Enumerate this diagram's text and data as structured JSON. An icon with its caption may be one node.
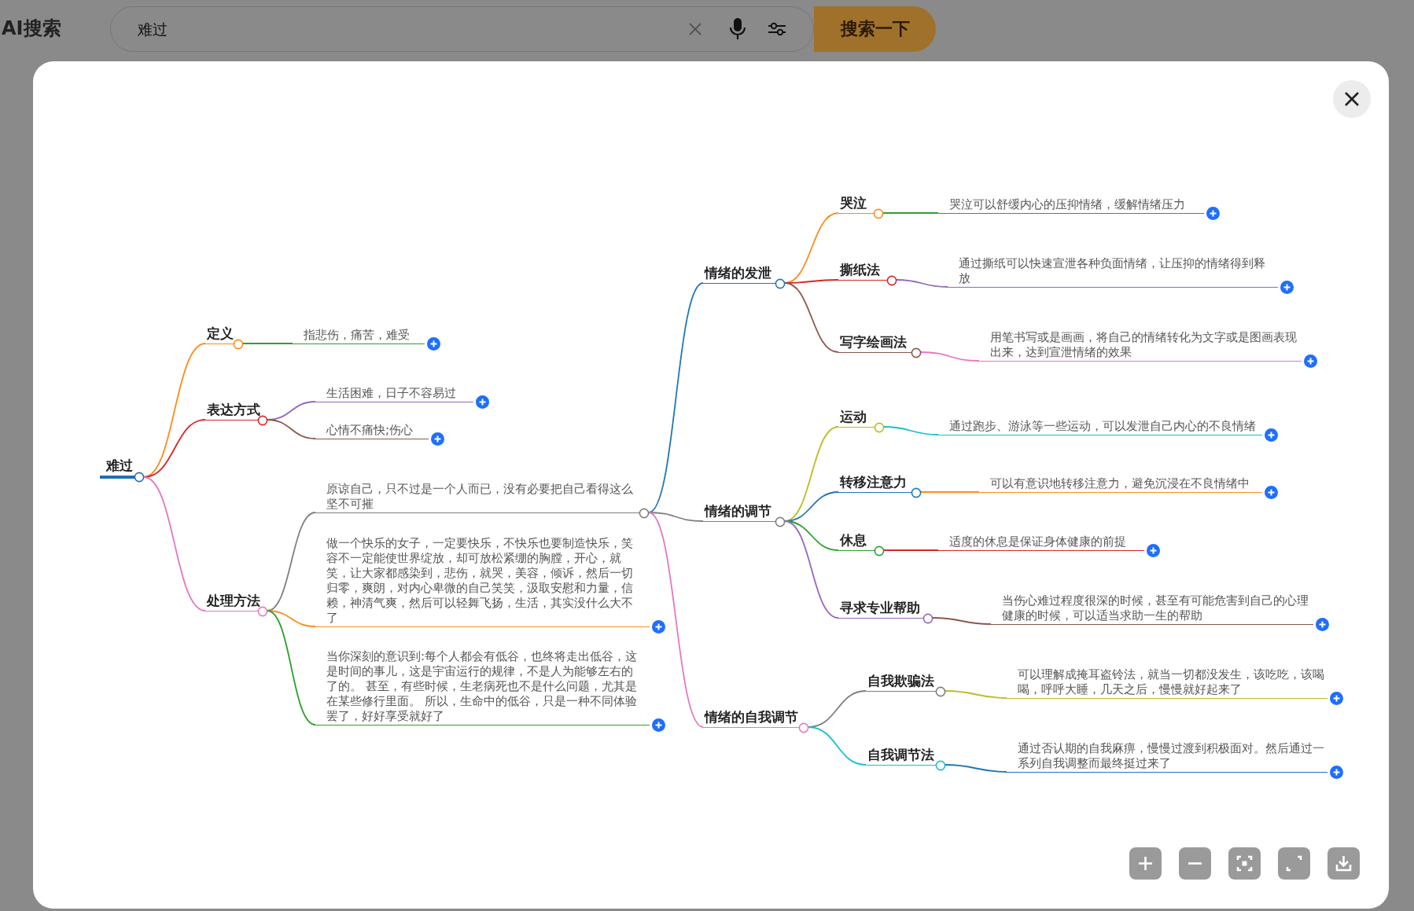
{
  "diagram": {
    "nodes": [
      {
        "text": [
          "难过"
        ]
      },
      {
        "text": [
          "定义"
        ]
      },
      {
        "text": [
          "指悲伤，痛苦，难受"
        ]
      },
      {
        "text": [
          "表达方式"
        ]
      },
      {
        "text": [
          "生活困难，日子不容易过"
        ]
      },
      {
        "text": [
          "心情不痛快;伤心"
        ]
      },
      {
        "text": [
          "处理方法"
        ]
      },
      {
        "text": [
          "原谅自己，只不过是一个人而已，没有必要把自己看得这么坚不可摧"
        ]
      },
      {
        "text": [
          "做一个快乐的女子，一定要快乐，不快乐也要制造快乐，笑容不一定能使世界绽放，却可放松紧绷的胸膛，开心，就笑，让大家都感染到，悲伤，就哭，美容，倾诉，然后一切归零，爽朗，对内心卑微的自己笑笑，汲取安慰和力量，信赖，神清气爽，然后可以轻舞飞扬，生活，其实没什么大不了"
        ]
      },
      {
        "text": [
          "当你深刻的意识到:每个人都会有低谷，也终将走出低谷，这是时间的事儿，这是宇宙运行的规律，不是人为能够左右的了的。 甚至，有些时候，生老病死也不是什么问题，尤其是在某些修行里面。 所以，生命中的低谷，只是一种不同体验罢了，好好享受就好了"
        ]
      },
      {
        "text": [
          "情绪的发泄"
        ]
      },
      {
        "text": [
          "哭泣"
        ]
      },
      {
        "text": [
          "哭泣可以舒缓内心的压抑情绪，缓解情绪压力"
        ]
      },
      {
        "text": [
          "撕纸法"
        ]
      },
      {
        "text": [
          "通过撕纸可以快速宣泄各种负面情绪，让压抑的情绪得到释放"
        ]
      },
      {
        "text": [
          "写字绘画法"
        ]
      },
      {
        "text": [
          "用笔书写或是画画，将自己的情绪转化为文字或是图画表现出来，达到宣泄情绪的效果"
        ]
      },
      {
        "text": [
          "情绪的调节"
        ]
      },
      {
        "text": [
          "运动"
        ]
      },
      {
        "text": [
          "通过跑步、游泳等一些运动，可以发泄自己内心的不良情绪"
        ]
      },
      {
        "text": [
          "转移注意力"
        ]
      },
      {
        "text": [
          "可以有意识地转移注意力，避免沉浸在不良情绪中"
        ]
      },
      {
        "text": [
          "休息"
        ]
      },
      {
        "text": [
          "适度的休息是保证身体健康的前提"
        ]
      },
      {
        "text": [
          "寻求专业帮助"
        ]
      },
      {
        "text": [
          "当伤心难过程度很深的时候，甚至有可能危害到自己的心理健康的时候，可以适当求助一生的帮助"
        ]
      },
      {
        "text": [
          "情绪的自我调节"
        ]
      },
      {
        "text": [
          "自我欺骗法"
        ]
      },
      {
        "text": [
          "可以理解成掩耳盗铃法，就当一切都没发生，该吃吃，该喝喝，呼呼大睡，几天之后，慢慢就好起来了"
        ]
      },
      {
        "text": [
          "自我调节法"
        ]
      },
      {
        "text": [
          "通过否认期的自我麻痹，慢慢过渡到积极面对。然后通过一系列自我调整而最终挺过来了"
        ]
      }
    ],
    "edges": [
      {
        "from": 0,
        "to": 1,
        "arrow": "none",
        "color": "#ff8c1a"
      },
      {
        "from": 1,
        "to": 2,
        "arrow": "none",
        "color": "#2ca02c"
      },
      {
        "from": 0,
        "to": 3,
        "arrow": "none",
        "color": "#d62728"
      },
      {
        "from": 3,
        "to": 4,
        "arrow": "none",
        "color": "#9467bd"
      },
      {
        "from": 3,
        "to": 5,
        "arrow": "none",
        "color": "#8c564b"
      },
      {
        "from": 0,
        "to": 6,
        "arrow": "none",
        "color": "#e377c2"
      },
      {
        "from": 6,
        "to": 7,
        "arrow": "none",
        "color": "#7f7f7f"
      },
      {
        "from": 6,
        "to": 8,
        "arrow": "none",
        "color": "#ff8c1a"
      },
      {
        "from": 6,
        "to": 9,
        "arrow": "none",
        "color": "#2ca02c"
      },
      {
        "from": 7,
        "to": 10,
        "arrow": "none",
        "color": "#1f77b4"
      },
      {
        "from": 7,
        "to": 17,
        "arrow": "none",
        "color": "#7f7f7f"
      },
      {
        "from": 7,
        "to": 26,
        "arrow": "none",
        "color": "#e377c2"
      },
      {
        "from": 10,
        "to": 11,
        "arrow": "none",
        "color": "#ff8c1a"
      },
      {
        "from": 11,
        "to": 12,
        "arrow": "none",
        "color": "#2ca02c"
      },
      {
        "from": 10,
        "to": 13,
        "arrow": "none",
        "color": "#d62728"
      },
      {
        "from": 13,
        "to": 14,
        "arrow": "none",
        "color": "#9467bd"
      },
      {
        "from": 10,
        "to": 15,
        "arrow": "none",
        "color": "#8c564b"
      },
      {
        "from": 15,
        "to": 16,
        "arrow": "none",
        "color": "#e377c2"
      },
      {
        "from": 17,
        "to": 18,
        "arrow": "none",
        "color": "#bcbd22"
      },
      {
        "from": 18,
        "to": 19,
        "arrow": "none",
        "color": "#17becf"
      },
      {
        "from": 17,
        "to": 20,
        "arrow": "none",
        "color": "#1f77b4"
      },
      {
        "from": 20,
        "to": 21,
        "arrow": "none",
        "color": "#ff8c1a"
      },
      {
        "from": 17,
        "to": 22,
        "arrow": "none",
        "color": "#2ca02c"
      },
      {
        "from": 22,
        "to": 23,
        "arrow": "none",
        "color": "#d62728"
      },
      {
        "from": 17,
        "to": 24,
        "arrow": "none",
        "color": "#9467bd"
      },
      {
        "from": 24,
        "to": 25,
        "arrow": "none",
        "color": "#8c564b"
      },
      {
        "from": 26,
        "to": 27,
        "arrow": "none",
        "color": "#7f7f7f"
      },
      {
        "from": 27,
        "to": 28,
        "arrow": "none",
        "color": "#bcbd22"
      },
      {
        "from": 26,
        "to": 29,
        "arrow": "none",
        "color": "#17becf"
      },
      {
        "from": 29,
        "to": 30,
        "arrow": "none",
        "color": "#1f77b4"
      }
    ],
    "labels": [
      "AI搜索",
      "难过",
      "搜索一下"
    ]
  }
}
